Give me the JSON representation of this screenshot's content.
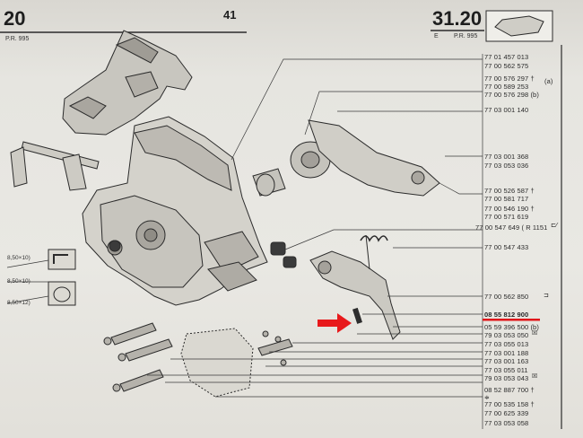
{
  "header": {
    "left_code": "20",
    "left_sub": "P.R. 995",
    "center_mark": "41",
    "right_code": "31.20",
    "right_sub_e": "E",
    "right_sub_pr": "P.R. 995"
  },
  "part_numbers": [
    {
      "id": "p01",
      "text": "77 01 457 013"
    },
    {
      "id": "p02",
      "text": "77 00 562 575"
    },
    {
      "id": "p03",
      "text": "77 00 576 297 †"
    },
    {
      "id": "p04",
      "text": "77 00 589 253"
    },
    {
      "id": "p05",
      "text": "77 00 576 298 (b)"
    },
    {
      "id": "p06",
      "text": "(a)"
    },
    {
      "id": "p07",
      "text": "77 03 001 140"
    },
    {
      "id": "p08",
      "text": "77 03 001 368"
    },
    {
      "id": "p09",
      "text": "77 03 053 036"
    },
    {
      "id": "p10",
      "text": "77 00 526 587 †"
    },
    {
      "id": "p11",
      "text": "77 00 581 717"
    },
    {
      "id": "p12",
      "text": "77 00 546 190 †"
    },
    {
      "id": "p13",
      "text": "77 00 571 619"
    },
    {
      "id": "p14",
      "text": "77 00 547 649 ( R 1151"
    },
    {
      "id": "p15",
      "text": "77 00 547 433"
    },
    {
      "id": "p16",
      "text": "77 00 562 850"
    },
    {
      "id": "p17",
      "text": "08 55 812 900"
    },
    {
      "id": "p18",
      "text": "05 59 396 500 (b)"
    },
    {
      "id": "p19",
      "text": "79 03 053 050"
    },
    {
      "id": "p20",
      "text": "77 03 055 013"
    },
    {
      "id": "p21",
      "text": "77 03 001 188"
    },
    {
      "id": "p22",
      "text": "77 03 001 163"
    },
    {
      "id": "p23",
      "text": "77 03 055 011"
    },
    {
      "id": "p24",
      "text": "79 03 053 043"
    },
    {
      "id": "p25",
      "text": "08 52 887 700 †"
    },
    {
      "id": "p26",
      "text": "77 00 535 158 †"
    },
    {
      "id": "p27",
      "text": "77 00 625 339"
    },
    {
      "id": "p28",
      "text": "77 03 053 058"
    }
  ],
  "left_refs": [
    {
      "id": "r1",
      "text": "8,50×10)"
    },
    {
      "id": "r2",
      "text": "8,50×10)"
    },
    {
      "id": "r3",
      "text": "8,50×12)"
    }
  ],
  "colors": {
    "highlight_arrow": "#e8191b",
    "highlight_underline": "#e0161a",
    "ink": "#2a2a2a",
    "paper": "#e8e7e2"
  }
}
